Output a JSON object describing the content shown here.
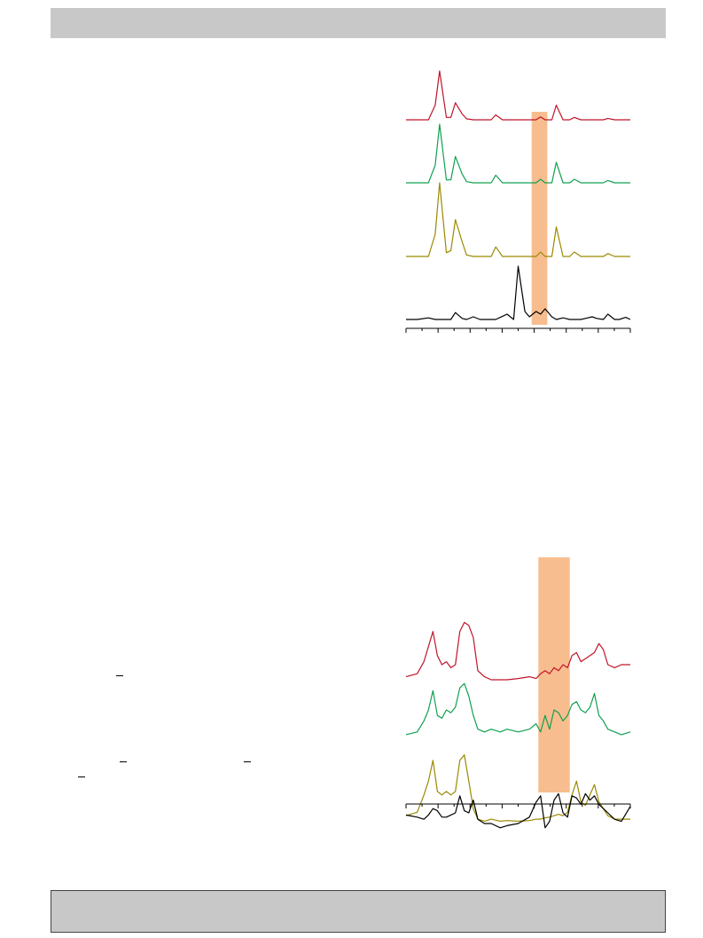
{
  "page": {
    "header_banner": "",
    "footer_banner": ""
  },
  "colors": {
    "red": "#c0142a",
    "green": "#10a050",
    "olive": "#9a8a00",
    "black": "#000000",
    "highlight": "#f7b27a",
    "banner": "#c8c8c8"
  },
  "chart_data": [
    {
      "type": "line",
      "title": "",
      "xlabel": "",
      "ylabel": "",
      "grid": false,
      "stacked_offset_traces": true,
      "x": [
        0,
        5,
        10,
        13,
        15,
        18,
        20,
        22,
        25,
        27,
        30,
        33,
        35,
        38,
        40,
        43,
        45,
        48,
        50,
        53,
        55,
        58,
        60,
        62,
        65,
        67,
        70,
        73,
        75,
        78,
        80,
        83,
        85,
        88,
        90,
        93,
        95,
        98,
        100
      ],
      "series": [
        {
          "color": "red",
          "values": [
            0,
            0,
            0,
            0.3,
            1.0,
            0.05,
            0.05,
            0.35,
            0.12,
            0.02,
            0,
            0,
            0,
            0,
            0.1,
            0,
            0,
            0,
            0,
            0,
            0,
            0,
            0.06,
            0,
            0,
            0.3,
            0,
            0,
            0.05,
            0,
            0,
            0,
            0,
            0,
            0.03,
            0,
            0,
            0,
            0
          ]
        },
        {
          "color": "green",
          "values": [
            0,
            0,
            0,
            0.3,
            1.0,
            0.05,
            0.05,
            0.45,
            0.15,
            0.02,
            0,
            0,
            0,
            0,
            0.13,
            0,
            0,
            0,
            0,
            0,
            0,
            0,
            0.06,
            0,
            0,
            0.35,
            0,
            0,
            0.06,
            0,
            0,
            0,
            0,
            0,
            0.04,
            0,
            0,
            0,
            0
          ]
        },
        {
          "color": "olive",
          "values": [
            0,
            0,
            0,
            0.3,
            1.0,
            0.05,
            0.08,
            0.5,
            0.2,
            0.02,
            0,
            0,
            0,
            0,
            0.13,
            0,
            0,
            0,
            0,
            0,
            0,
            0,
            0.06,
            0,
            0,
            0.4,
            0,
            0,
            0.06,
            0,
            0,
            0,
            0,
            0,
            0.04,
            0,
            0,
            0,
            0
          ]
        },
        {
          "color": "black",
          "values": [
            0,
            0,
            0.03,
            0,
            0,
            0,
            0,
            0.13,
            0.02,
            0,
            0.05,
            0,
            0,
            0,
            0,
            0.06,
            0.1,
            0,
            1.0,
            0.15,
            0.05,
            0.15,
            0.1,
            0.2,
            0.05,
            0,
            0.03,
            0,
            0,
            0,
            0.02,
            0.05,
            0.02,
            0,
            0.1,
            0,
            0,
            0.04,
            0
          ]
        }
      ],
      "highlight_band": [
        56,
        63
      ],
      "xlim": [
        0,
        100
      ]
    },
    {
      "type": "line",
      "title": "",
      "xlabel": "",
      "ylabel": "",
      "grid": false,
      "stacked_offset_traces": true,
      "x": [
        0,
        5,
        8,
        10,
        12,
        14,
        16,
        18,
        20,
        22,
        24,
        26,
        28,
        30,
        32,
        35,
        38,
        42,
        45,
        50,
        55,
        58,
        60,
        62,
        64,
        66,
        68,
        70,
        72,
        74,
        76,
        78,
        80,
        82,
        84,
        86,
        88,
        90,
        93,
        96,
        100
      ],
      "series": [
        {
          "color": "red",
          "values": [
            0.95,
            0.9,
            0.7,
            0.45,
            0.2,
            0.6,
            0.75,
            0.7,
            0.8,
            0.75,
            0.2,
            0.05,
            0.1,
            0.3,
            0.85,
            0.95,
            1.0,
            1.0,
            1.0,
            0.98,
            0.95,
            0.98,
            0.9,
            0.85,
            0.9,
            0.8,
            0.85,
            0.75,
            0.8,
            0.6,
            0.55,
            0.7,
            0.65,
            0.6,
            0.55,
            0.4,
            0.5,
            0.75,
            0.8,
            0.75,
            0.75
          ]
        },
        {
          "color": "green",
          "values": [
            0.95,
            0.9,
            0.7,
            0.5,
            0.15,
            0.6,
            0.65,
            0.5,
            0.55,
            0.45,
            0.1,
            0.02,
            0.25,
            0.6,
            0.85,
            0.9,
            0.85,
            0.9,
            0.85,
            0.9,
            0.85,
            0.75,
            0.9,
            0.6,
            0.85,
            0.5,
            0.55,
            0.7,
            0.6,
            0.4,
            0.35,
            0.5,
            0.55,
            0.45,
            0.2,
            0.6,
            0.7,
            0.85,
            0.9,
            0.95,
            0.9
          ]
        },
        {
          "color": "olive",
          "values": [
            0.9,
            0.85,
            0.6,
            0.4,
            0.1,
            0.55,
            0.6,
            0.55,
            0.6,
            0.55,
            0.1,
            0.02,
            0.4,
            0.8,
            0.95,
            0.98,
            0.95,
            0.98,
            0.97,
            0.98,
            0.97,
            0.95,
            0.95,
            0.93,
            0.92,
            0.9,
            0.88,
            0.9,
            0.85,
            0.6,
            0.4,
            0.7,
            0.75,
            0.6,
            0.45,
            0.7,
            0.8,
            0.9,
            0.95,
            0.95,
            0.95
          ]
        },
        {
          "color": "black",
          "values": [
            0.55,
            0.6,
            0.65,
            0.55,
            0.4,
            0.45,
            0.6,
            0.6,
            0.55,
            0.5,
            0.1,
            0.45,
            0.5,
            0.2,
            0.65,
            0.75,
            0.75,
            0.85,
            0.8,
            0.75,
            0.6,
            0.25,
            0.1,
            0.85,
            0.7,
            0.2,
            0.05,
            0.5,
            0.6,
            0.1,
            0.15,
            0.3,
            0.05,
            0.2,
            0.1,
            0.3,
            0.4,
            0.5,
            0.65,
            0.7,
            0.35
          ]
        }
      ],
      "highlight_band": [
        59,
        73
      ],
      "xlim": [
        0,
        100
      ]
    }
  ]
}
